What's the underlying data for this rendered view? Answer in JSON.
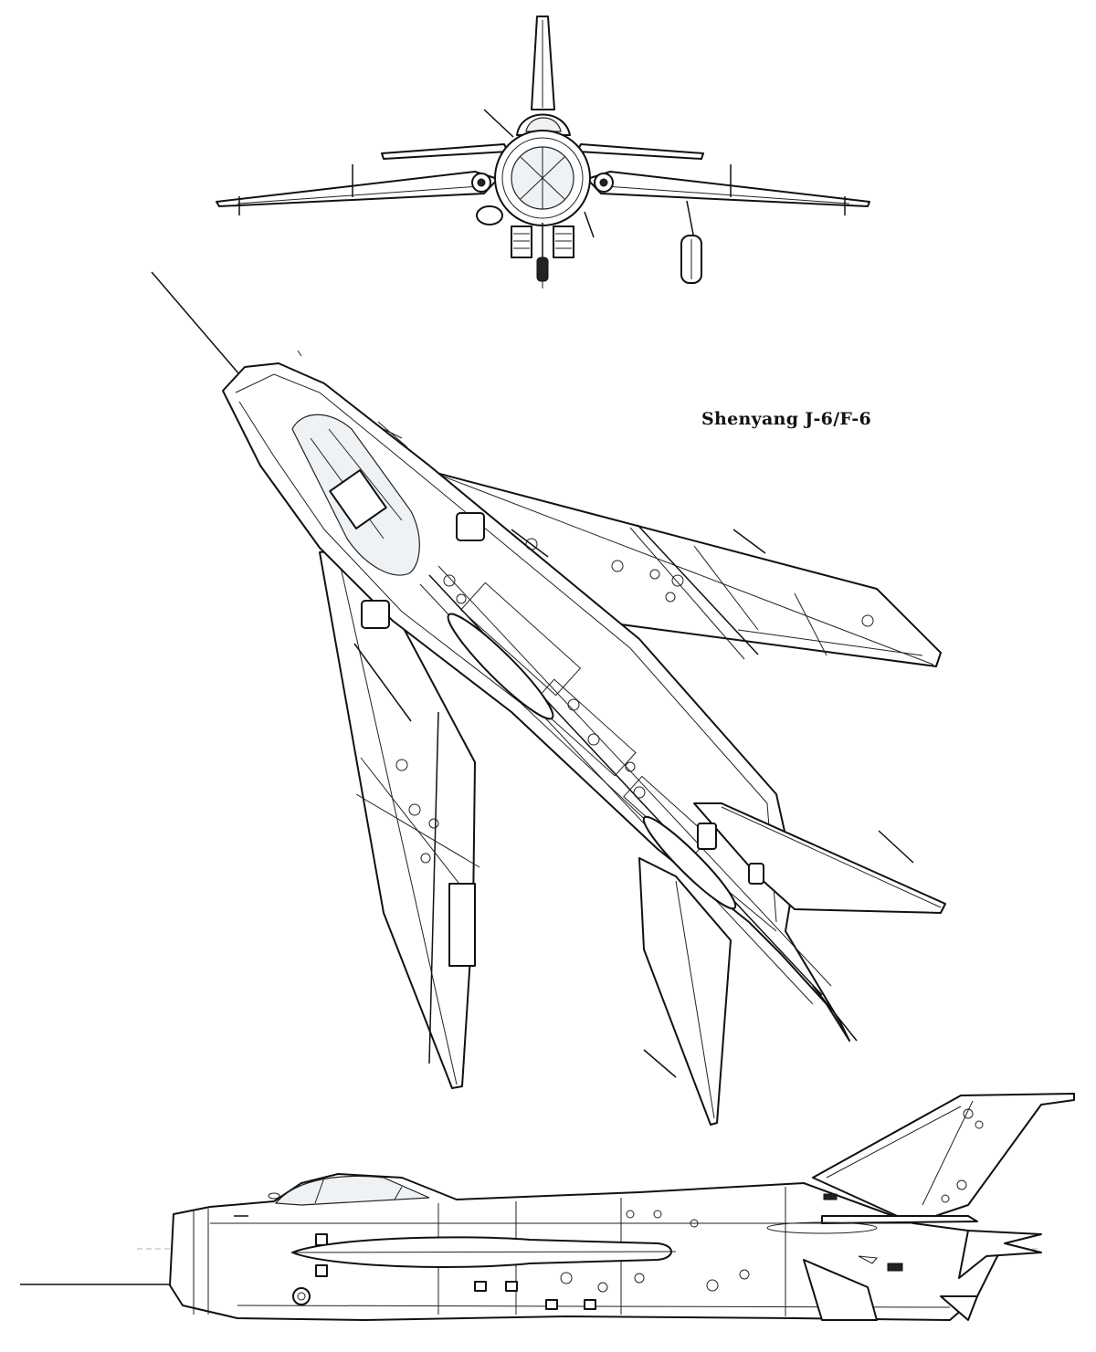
{
  "drawing": {
    "title": "Shenyang J-6/F-6",
    "views": [
      "front",
      "top",
      "side"
    ]
  },
  "colors": {
    "line": "#111111",
    "background": "#ffffff"
  }
}
